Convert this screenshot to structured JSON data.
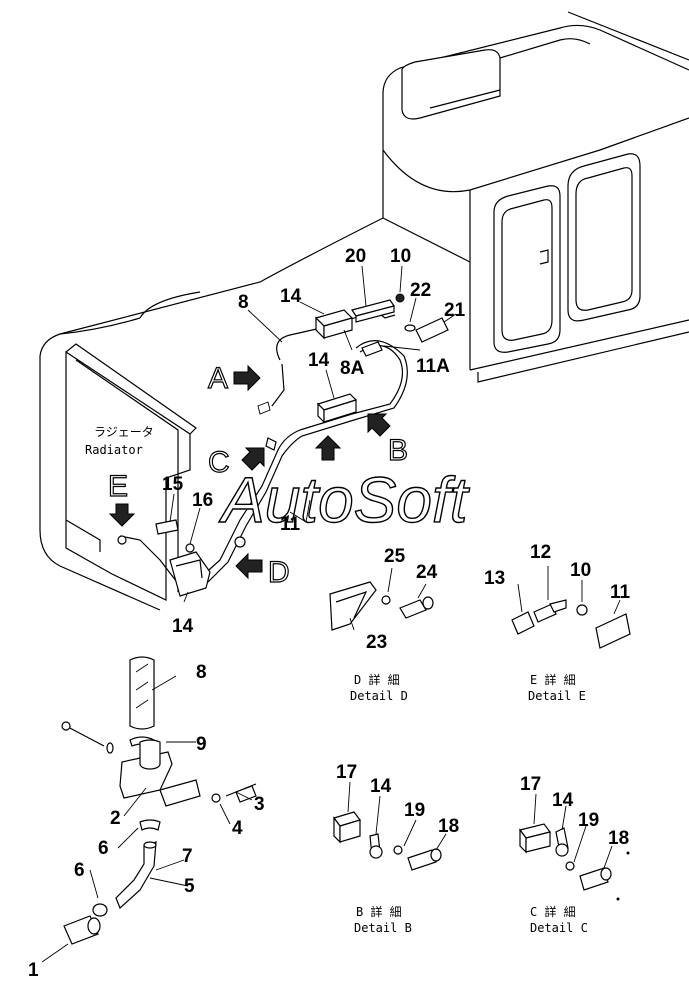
{
  "watermark": "AutoSoft",
  "radiator_label": {
    "jp": "ラジェータ",
    "en": "Radiator"
  },
  "view_arrows": {
    "a": "A",
    "b": "B",
    "c": "C",
    "d": "D",
    "e": "E"
  },
  "part_numbers": {
    "p20": "20",
    "p10_top": "10",
    "p22": "22",
    "p21": "21",
    "p14_top": "14",
    "p8_top": "8",
    "p8a": "8A",
    "p11a": "11A",
    "p14_mid": "14",
    "p15": "15",
    "p16": "16",
    "p11": "11",
    "p14_bottom": "14",
    "d25": "25",
    "d24": "24",
    "d23": "23",
    "e12": "12",
    "e13": "13",
    "e10": "10",
    "e11": "11",
    "l8": "8",
    "l9": "9",
    "l3": "3",
    "l2": "2",
    "l4": "4",
    "l6a": "6",
    "l7": "7",
    "l6b": "6",
    "l5": "5",
    "l1": "1",
    "b17": "17",
    "b14": "14",
    "b19": "19",
    "b18": "18",
    "c17": "17",
    "c14": "14",
    "c19": "19",
    "c18": "18"
  },
  "details": {
    "d": {
      "jp": "D 詳 細",
      "en": "Detail D"
    },
    "e": {
      "jp": "E 詳 細",
      "en": "Detail E"
    },
    "b": {
      "jp": "B 詳 細",
      "en": "Detail B"
    },
    "c": {
      "jp": "C 詳 細",
      "en": "Detail C"
    }
  }
}
